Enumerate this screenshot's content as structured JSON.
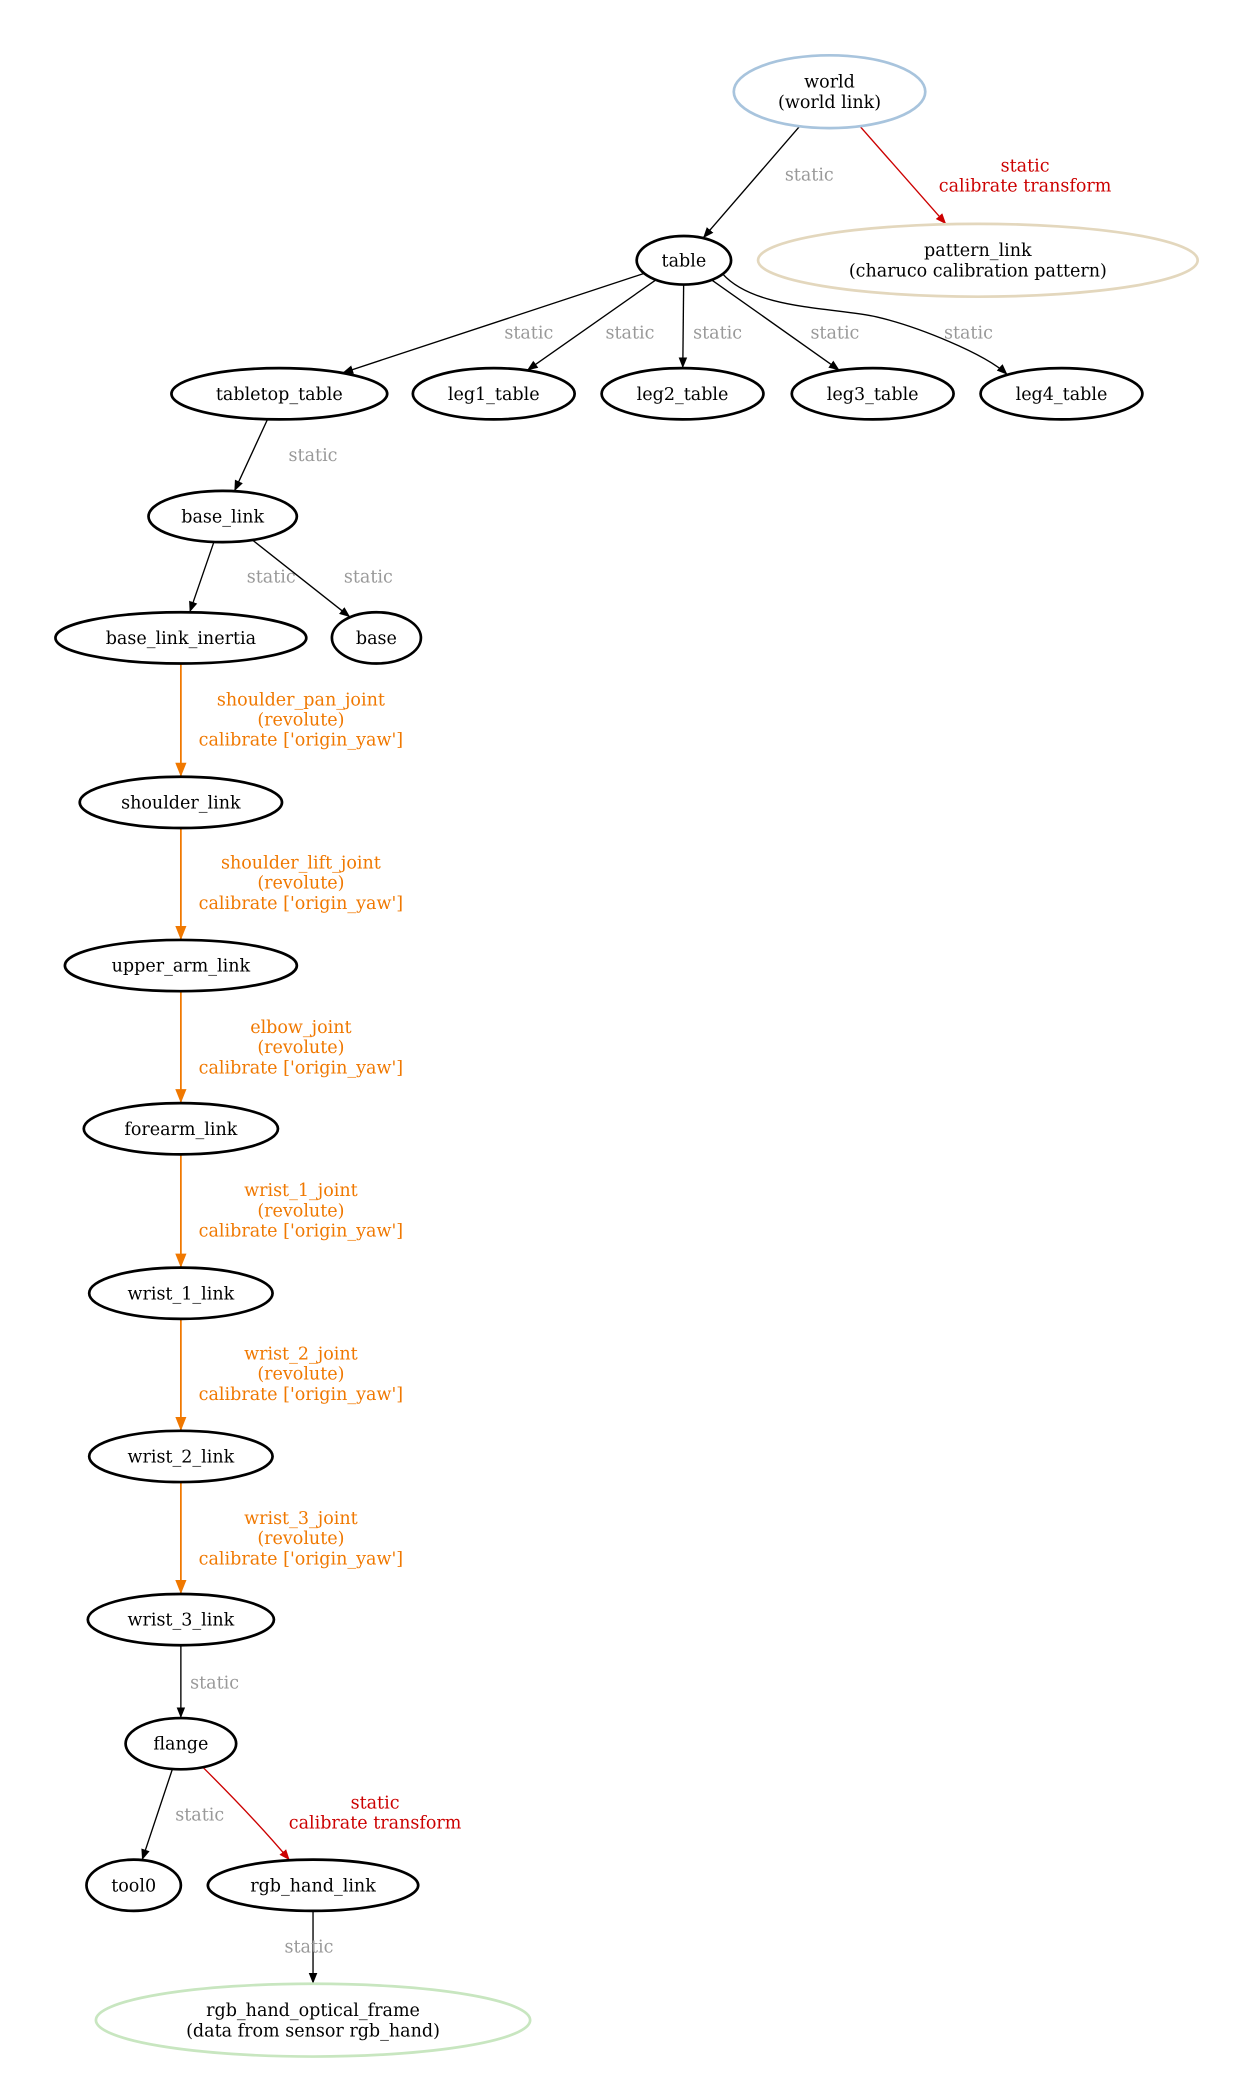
{
  "colors": {
    "default_node": "#000000",
    "world_node": "#a8c4dd",
    "pattern_node": "#e3d7bd",
    "sensor_node": "#c8e6c0",
    "static_edge": "#000000",
    "static_label": "#999999",
    "calibrate_edge": "#cc0000",
    "joint_edge": "#f07800"
  },
  "nodes": [
    {
      "id": "world",
      "lines": [
        "world",
        "(world link)"
      ],
      "style": "world_node"
    },
    {
      "id": "pattern_link",
      "lines": [
        "pattern_link",
        "(charuco calibration pattern)"
      ],
      "style": "pattern_node"
    },
    {
      "id": "table",
      "lines": [
        "table"
      ],
      "style": "default_node"
    },
    {
      "id": "tabletop_table",
      "lines": [
        "tabletop_table"
      ],
      "style": "default_node"
    },
    {
      "id": "leg1_table",
      "lines": [
        "leg1_table"
      ],
      "style": "default_node"
    },
    {
      "id": "leg2_table",
      "lines": [
        "leg2_table"
      ],
      "style": "default_node"
    },
    {
      "id": "leg3_table",
      "lines": [
        "leg3_table"
      ],
      "style": "default_node"
    },
    {
      "id": "leg4_table",
      "lines": [
        "leg4_table"
      ],
      "style": "default_node"
    },
    {
      "id": "base_link",
      "lines": [
        "base_link"
      ],
      "style": "default_node"
    },
    {
      "id": "base_link_inertia",
      "lines": [
        "base_link_inertia"
      ],
      "style": "default_node"
    },
    {
      "id": "base",
      "lines": [
        "base"
      ],
      "style": "default_node"
    },
    {
      "id": "shoulder_link",
      "lines": [
        "shoulder_link"
      ],
      "style": "default_node"
    },
    {
      "id": "upper_arm_link",
      "lines": [
        "upper_arm_link"
      ],
      "style": "default_node"
    },
    {
      "id": "forearm_link",
      "lines": [
        "forearm_link"
      ],
      "style": "default_node"
    },
    {
      "id": "wrist_1_link",
      "lines": [
        "wrist_1_link"
      ],
      "style": "default_node"
    },
    {
      "id": "wrist_2_link",
      "lines": [
        "wrist_2_link"
      ],
      "style": "default_node"
    },
    {
      "id": "wrist_3_link",
      "lines": [
        "wrist_3_link"
      ],
      "style": "default_node"
    },
    {
      "id": "flange",
      "lines": [
        "flange"
      ],
      "style": "default_node"
    },
    {
      "id": "tool0",
      "lines": [
        "tool0"
      ],
      "style": "default_node"
    },
    {
      "id": "rgb_hand_link",
      "lines": [
        "rgb_hand_link"
      ],
      "style": "default_node"
    },
    {
      "id": "rgb_hand_optical_frame",
      "lines": [
        "rgb_hand_optical_frame",
        "(data from sensor rgb_hand)"
      ],
      "style": "sensor_node"
    }
  ],
  "edges": [
    {
      "from": "world",
      "to": "table",
      "kind": "static",
      "lines": [
        "static"
      ]
    },
    {
      "from": "world",
      "to": "pattern_link",
      "kind": "calibrate",
      "lines": [
        "static",
        "calibrate transform"
      ]
    },
    {
      "from": "table",
      "to": "tabletop_table",
      "kind": "static",
      "lines": [
        "static"
      ]
    },
    {
      "from": "table",
      "to": "leg1_table",
      "kind": "static",
      "lines": [
        "static"
      ]
    },
    {
      "from": "table",
      "to": "leg2_table",
      "kind": "static",
      "lines": [
        "static"
      ]
    },
    {
      "from": "table",
      "to": "leg3_table",
      "kind": "static",
      "lines": [
        "static"
      ]
    },
    {
      "from": "table",
      "to": "leg4_table",
      "kind": "static",
      "lines": [
        "static"
      ]
    },
    {
      "from": "tabletop_table",
      "to": "base_link",
      "kind": "static",
      "lines": [
        "static"
      ]
    },
    {
      "from": "base_link",
      "to": "base_link_inertia",
      "kind": "static",
      "lines": [
        "static"
      ]
    },
    {
      "from": "base_link",
      "to": "base",
      "kind": "static",
      "lines": [
        "static"
      ]
    },
    {
      "from": "base_link_inertia",
      "to": "shoulder_link",
      "kind": "joint",
      "lines": [
        "shoulder_pan_joint",
        "(revolute)",
        "calibrate ['origin_yaw']"
      ]
    },
    {
      "from": "shoulder_link",
      "to": "upper_arm_link",
      "kind": "joint",
      "lines": [
        "shoulder_lift_joint",
        "(revolute)",
        "calibrate ['origin_yaw']"
      ]
    },
    {
      "from": "upper_arm_link",
      "to": "forearm_link",
      "kind": "joint",
      "lines": [
        "elbow_joint",
        "(revolute)",
        "calibrate ['origin_yaw']"
      ]
    },
    {
      "from": "forearm_link",
      "to": "wrist_1_link",
      "kind": "joint",
      "lines": [
        "wrist_1_joint",
        "(revolute)",
        "calibrate ['origin_yaw']"
      ]
    },
    {
      "from": "wrist_1_link",
      "to": "wrist_2_link",
      "kind": "joint",
      "lines": [
        "wrist_2_joint",
        "(revolute)",
        "calibrate ['origin_yaw']"
      ]
    },
    {
      "from": "wrist_2_link",
      "to": "wrist_3_link",
      "kind": "joint",
      "lines": [
        "wrist_3_joint",
        "(revolute)",
        "calibrate ['origin_yaw']"
      ]
    },
    {
      "from": "wrist_3_link",
      "to": "flange",
      "kind": "static",
      "lines": [
        "static"
      ]
    },
    {
      "from": "flange",
      "to": "tool0",
      "kind": "static",
      "lines": [
        "static"
      ]
    },
    {
      "from": "flange",
      "to": "rgb_hand_link",
      "kind": "calibrate",
      "lines": [
        "static",
        "calibrate transform"
      ]
    },
    {
      "from": "rgb_hand_link",
      "to": "rgb_hand_optical_frame",
      "kind": "static",
      "lines": [
        "static"
      ]
    }
  ]
}
